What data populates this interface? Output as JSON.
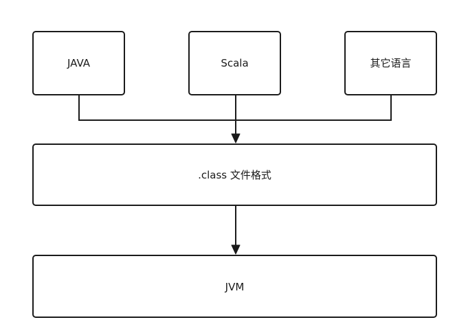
{
  "nodes": {
    "java": "JAVA",
    "scala": "Scala",
    "other_languages": "其它语言",
    "class_format": ".class 文件格式",
    "jvm": "JVM"
  },
  "edges": [
    {
      "from": "java",
      "to": "class_format"
    },
    {
      "from": "scala",
      "to": "class_format"
    },
    {
      "from": "other_languages",
      "to": "class_format"
    },
    {
      "from": "class_format",
      "to": "jvm"
    }
  ],
  "colors": {
    "stroke": "#1a1a1a",
    "fill": "#ffffff",
    "text": "#1a1a1a"
  }
}
